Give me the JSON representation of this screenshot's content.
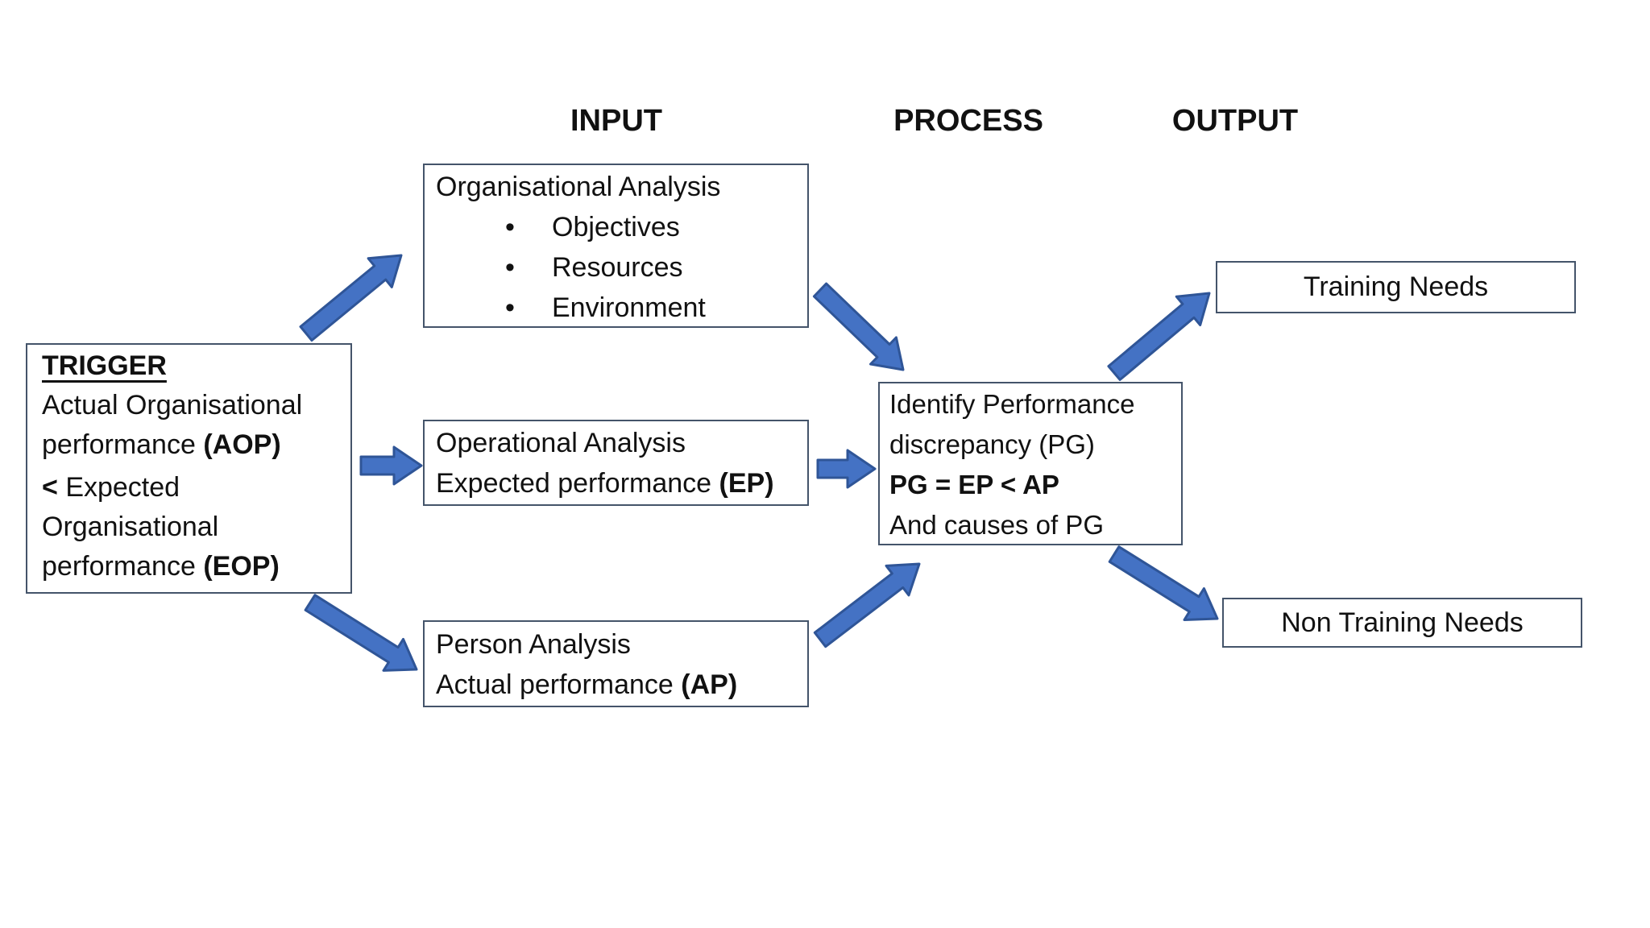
{
  "headers": {
    "input": "INPUT",
    "process": "PROCESS",
    "output": "OUTPUT"
  },
  "trigger": {
    "title": "TRIGGER",
    "line1": "Actual Organisational",
    "line2_text": "performance ",
    "line2_bold": "(AOP)",
    "line3_bold": "< ",
    "line3_text": "Expected",
    "line4": "Organisational",
    "line5_text": "performance ",
    "line5_bold": "(EOP)"
  },
  "inputs": {
    "organisational": {
      "title": "Organisational Analysis",
      "bullets": [
        "Objectives",
        "Resources",
        "Environment"
      ]
    },
    "operational": {
      "line1": "Operational Analysis",
      "line2_text": "Expected performance ",
      "line2_bold": "(EP)"
    },
    "person": {
      "line1": "Person Analysis",
      "line2_text": "Actual performance ",
      "line2_bold": "(AP)"
    }
  },
  "process_box": {
    "line1": "Identify Performance",
    "line2": "discrepancy (PG)",
    "line3_bold": "PG = EP < AP",
    "line4": "And causes of PG"
  },
  "outputs": {
    "training": "Training Needs",
    "non_training": "Non Training Needs"
  },
  "colors": {
    "arrow_fill": "#4472C4",
    "arrow_stroke": "#2F5597",
    "box_border": "#44546A",
    "text": "#111111"
  },
  "edges": [
    {
      "from": "trigger",
      "to": "organisational-analysis"
    },
    {
      "from": "trigger",
      "to": "operational-analysis"
    },
    {
      "from": "trigger",
      "to": "person-analysis"
    },
    {
      "from": "organisational-analysis",
      "to": "process"
    },
    {
      "from": "operational-analysis",
      "to": "process"
    },
    {
      "from": "person-analysis",
      "to": "process"
    },
    {
      "from": "process",
      "to": "training-needs"
    },
    {
      "from": "process",
      "to": "non-training-needs"
    }
  ]
}
